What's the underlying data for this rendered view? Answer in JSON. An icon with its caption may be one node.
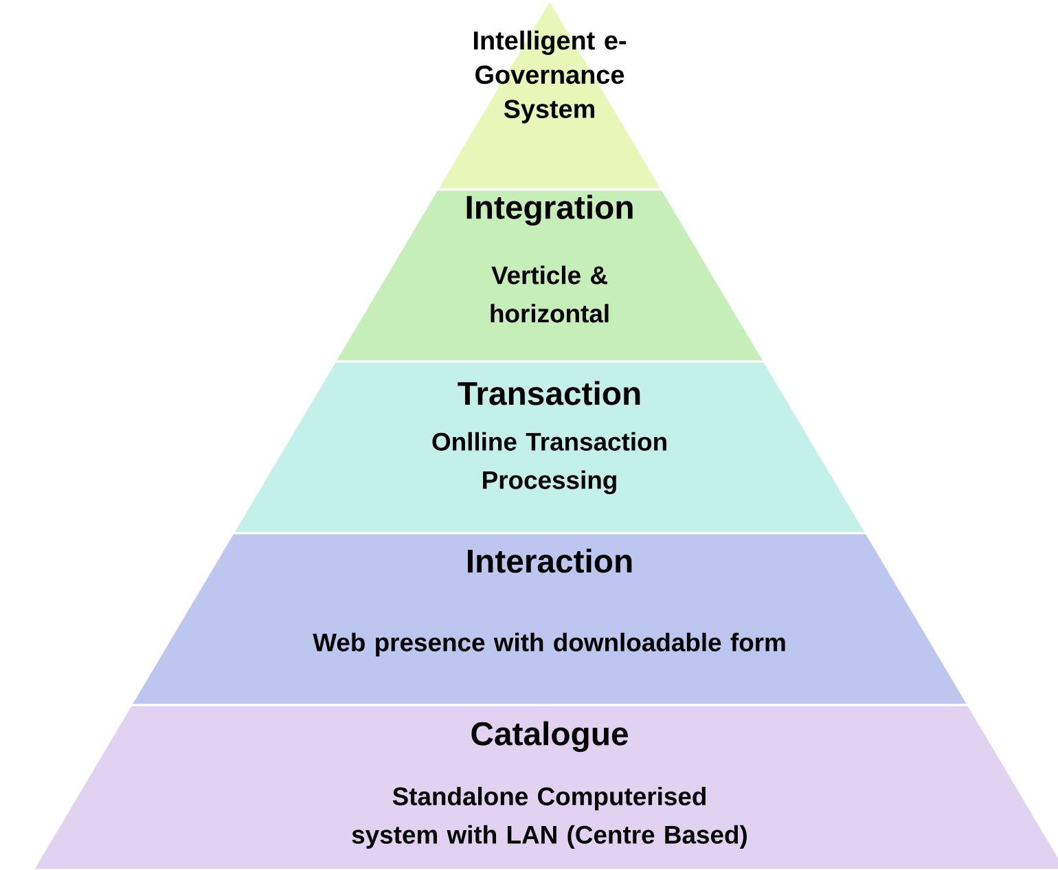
{
  "diagram": {
    "nodes": [
      {
        "text": [
          "Intelligent e-Governance System"
        ]
      },
      {
        "text": [
          "Integration",
          "Verticle & horizontal"
        ]
      },
      {
        "text": [
          "Transaction",
          "Onlline Transaction Processing"
        ]
      },
      {
        "text": [
          "Interaction",
          "Web presence with downloadable form"
        ]
      },
      {
        "text": [
          "Catalogue",
          "Standalone Computerised system with LAN (Centre Based)"
        ]
      }
    ]
  }
}
